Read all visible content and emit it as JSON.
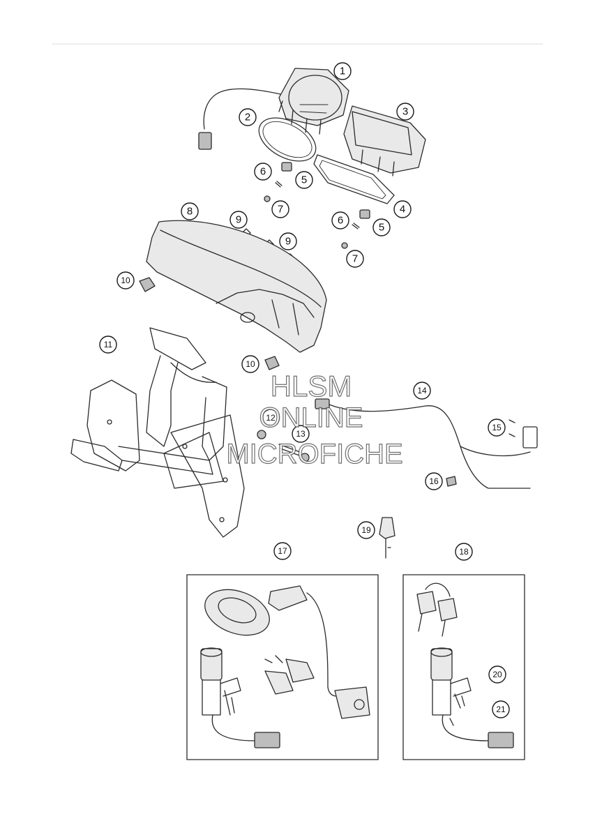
{
  "callouts": [
    "1",
    "2",
    "3",
    "4",
    "5",
    "5",
    "6",
    "6",
    "7",
    "7",
    "8",
    "9",
    "9",
    "10",
    "10",
    "11",
    "12",
    "13",
    "14",
    "15",
    "16",
    "17",
    "18",
    "19",
    "20",
    "21"
  ],
  "watermark": {
    "line1": "HLSM",
    "line2": "ONLINE",
    "line3": "MICROFICHE",
    "color": "#555555"
  },
  "colors": {
    "line": "#2a2a2a",
    "rule": "#dddddd"
  }
}
